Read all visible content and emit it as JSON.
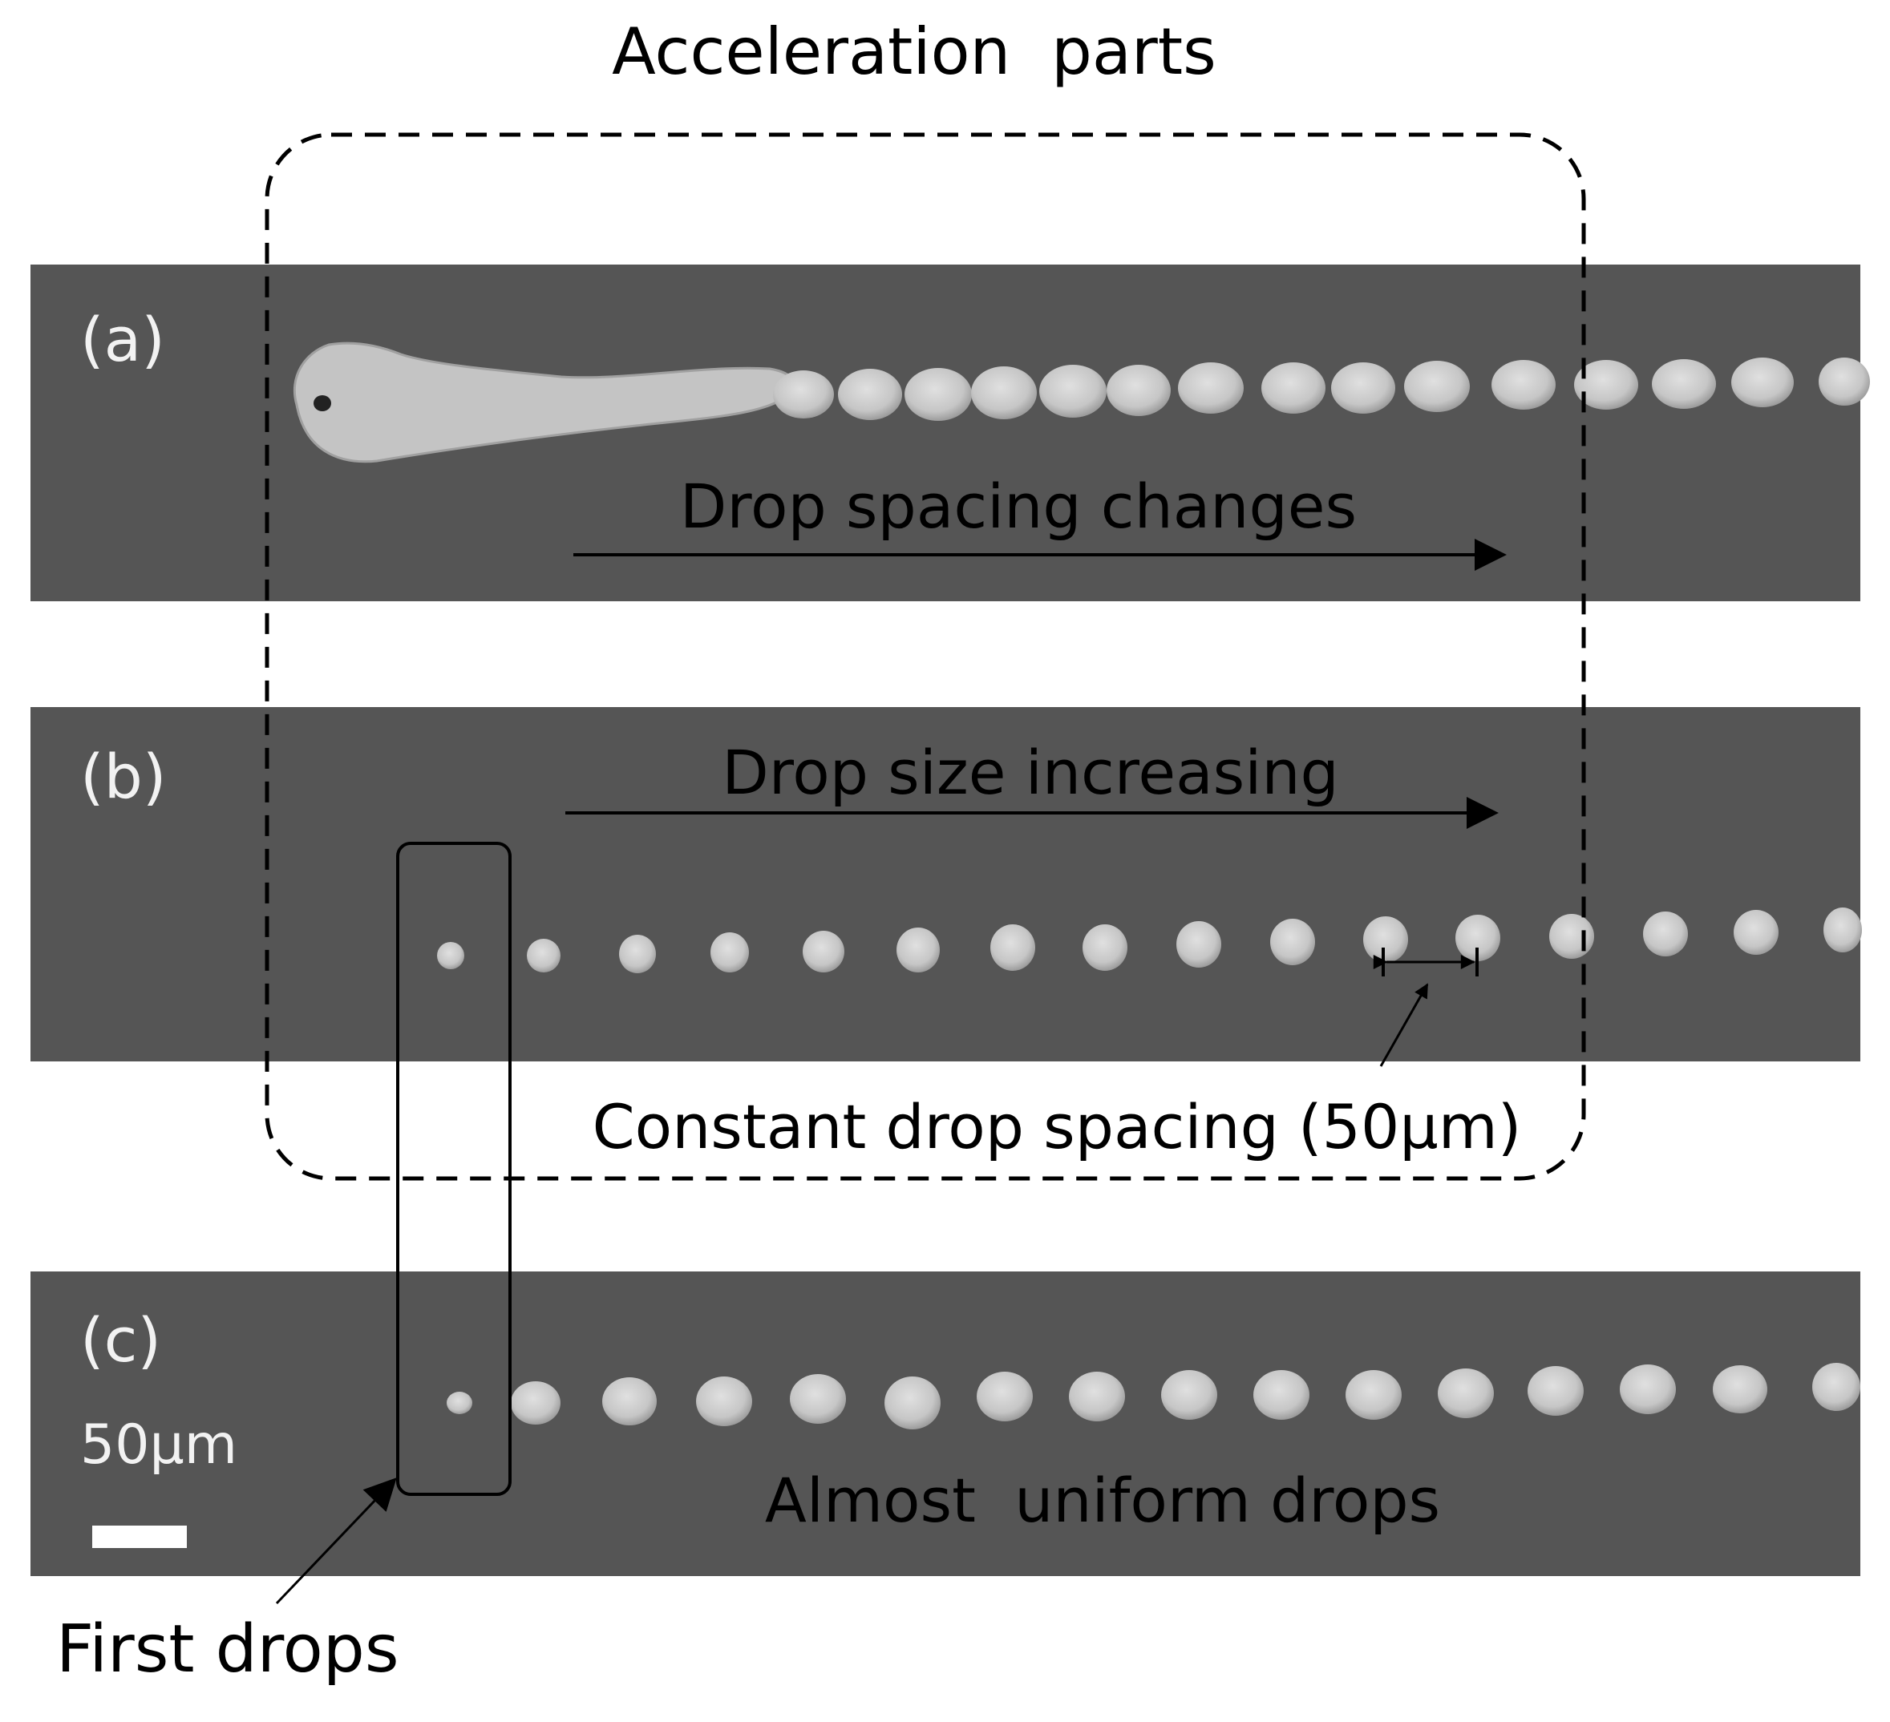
{
  "title": "Acceleration  parts",
  "panels": [
    {
      "id": "a",
      "label": "(a)",
      "annotation": "Drop spacing changes"
    },
    {
      "id": "b",
      "label": "(b)",
      "annotation": "Drop size increasing",
      "spacing_note": "Constant drop spacing (50μm)"
    },
    {
      "id": "c",
      "label": "(c)",
      "annotation": "Almost  uniform drops",
      "scale_bar": "50μm"
    }
  ],
  "callouts": {
    "first_drops": "First drops"
  },
  "colors": {
    "panel_background": "#555555",
    "drop": "#c9c9c9",
    "drop_highlight": "#dedede",
    "panel_label": "#f2f2f2",
    "annotation": "#000000"
  }
}
